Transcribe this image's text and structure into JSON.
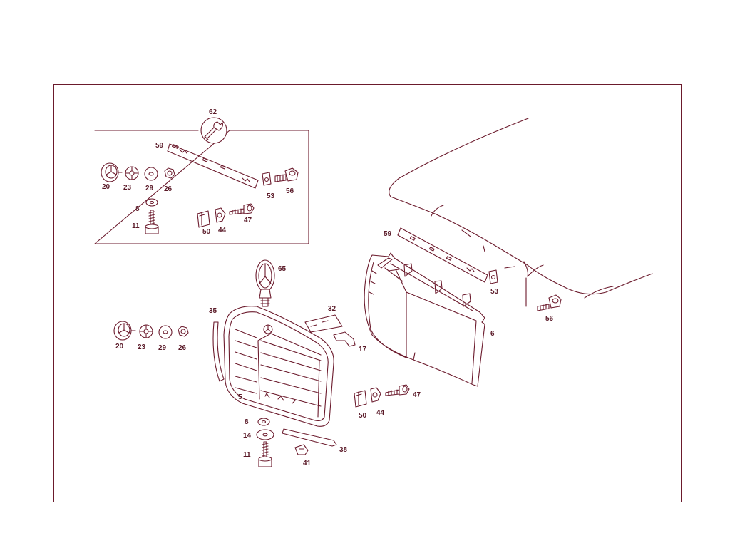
{
  "colors": {
    "line": "#6b1a2c",
    "fill": "#ffffff",
    "label": "#5a1a28",
    "background": "#ffffff"
  },
  "icons": {
    "tool_kit": "wrench-icon",
    "emblem": "mercedes-star-icon"
  },
  "callouts": {
    "c62": "62",
    "c59a": "59",
    "c20a": "20",
    "c23a": "23",
    "c29a": "29",
    "c26a": "26",
    "c53a": "53",
    "c56a": "56",
    "c8a": "8",
    "c11a": "11",
    "c50a": "50",
    "c44a": "44",
    "c47a": "47",
    "c65": "65",
    "c35": "35",
    "c32": "32",
    "c17": "17",
    "c5": "5",
    "c20b": "20",
    "c23b": "23",
    "c29b": "29",
    "c26b": "26",
    "c8b": "8",
    "c14": "14",
    "c11b": "11",
    "c38": "38",
    "c41": "41",
    "c59b": "59",
    "c53b": "53",
    "c56b": "56",
    "c6": "6",
    "c47b": "47",
    "c50b": "50",
    "c44b": "44"
  }
}
